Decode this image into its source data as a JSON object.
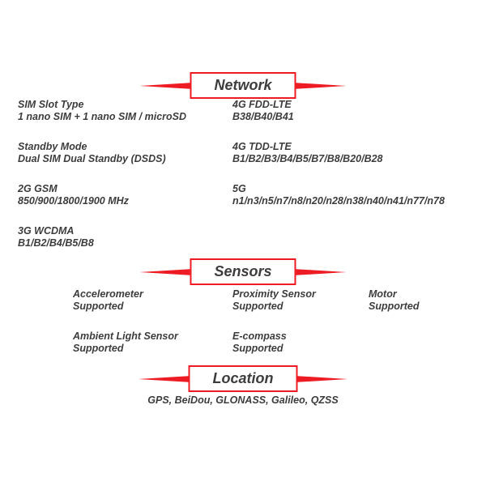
{
  "colors": {
    "accent-red": "#ed1c24",
    "text-dark": "#3d3d3d"
  },
  "network": {
    "title": "Network",
    "items": [
      {
        "label": "SIM Slot Type",
        "value": "1 nano SIM + 1 nano SIM / microSD"
      },
      {
        "label": "Standby Mode",
        "value": "Dual SIM Dual Standby (DSDS)"
      },
      {
        "label": "2G GSM",
        "value": "850/900/1800/1900 MHz"
      },
      {
        "label": "3G WCDMA",
        "value": "B1/B2/B4/B5/B8"
      },
      {
        "label": "4G FDD-LTE",
        "value": "B38/B40/B41"
      },
      {
        "label": "4G TDD-LTE",
        "value": "B1/B2/B3/B4/B5/B7/B8/B20/B28"
      },
      {
        "label": "5G",
        "value": "n1/n3/n5/n7/n8/n20/n28/n38/n40/n41/n77/n78"
      }
    ]
  },
  "sensors": {
    "title": "Sensors",
    "items": [
      {
        "label": "Accelerometer",
        "value": "Supported"
      },
      {
        "label": "Proximity Sensor",
        "value": "Supported"
      },
      {
        "label": "Motor",
        "value": "Supported"
      },
      {
        "label": "Ambient Light Sensor",
        "value": "Supported"
      },
      {
        "label": "E-compass",
        "value": "Supported"
      }
    ]
  },
  "location": {
    "title": "Location",
    "value": "GPS, BeiDou, GLONASS, Galileo, QZSS"
  }
}
